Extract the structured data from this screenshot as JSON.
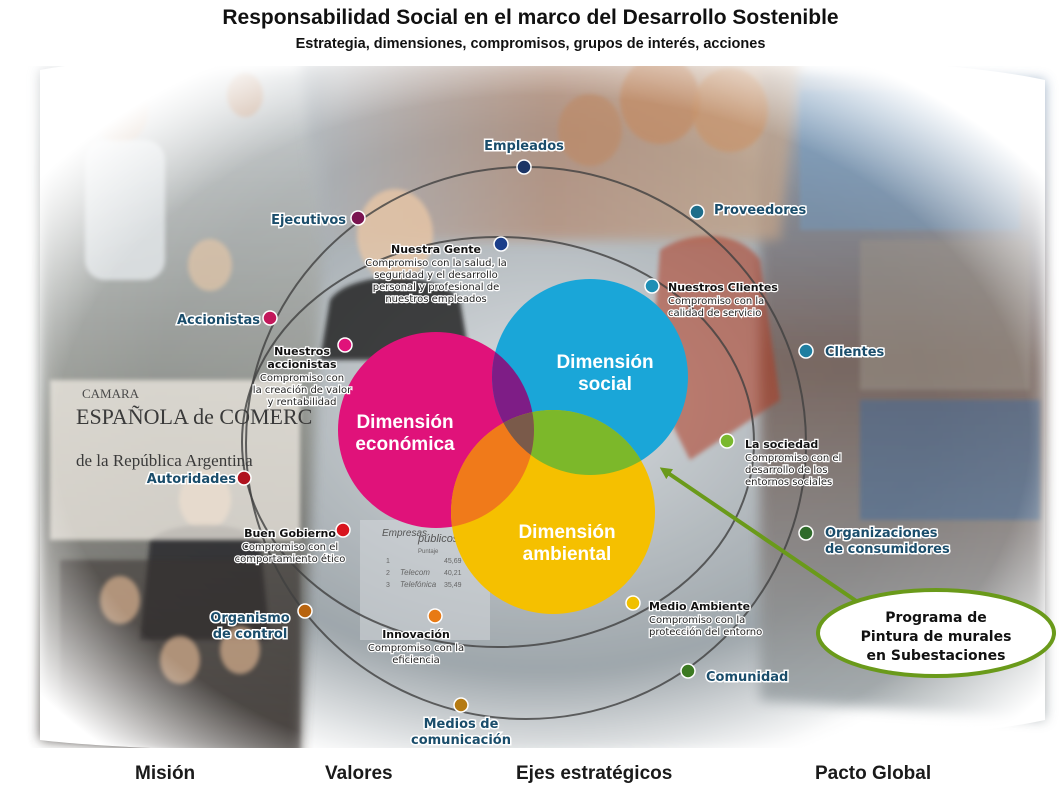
{
  "header": {
    "title": "Responsabilidad Social en el marco del Desarrollo Sostenible",
    "subtitle": "Estrategia, dimensiones, compromisos, grupos de interés, acciones"
  },
  "footer": [
    "Misión",
    "Valores",
    "Ejes estratégicos",
    "Pacto Global"
  ],
  "dimensions": {
    "social": [
      "Dimensión",
      "social"
    ],
    "economica": [
      "Dimensión",
      "económica"
    ],
    "ambiental": [
      "Dimensión",
      "ambiental"
    ]
  },
  "outer_groups": [
    {
      "key": "empleados",
      "lines": [
        "Empleados"
      ],
      "color": "#1b3566"
    },
    {
      "key": "proveedores",
      "lines": [
        "Proveedores"
      ],
      "color": "#1e6d8a"
    },
    {
      "key": "clientes",
      "lines": [
        "Clientes"
      ],
      "color": "#1e7ea0"
    },
    {
      "key": "consumidores",
      "lines": [
        "Organizaciones",
        "de consumidores"
      ],
      "color": "#2f6b2a"
    },
    {
      "key": "comunidad",
      "lines": [
        "Comunidad"
      ],
      "color": "#3c7a22"
    },
    {
      "key": "medios",
      "lines": [
        "Medios de",
        "comunicación"
      ],
      "color": "#b57a12"
    },
    {
      "key": "organismo",
      "lines": [
        "Organismo",
        "de control"
      ],
      "color": "#b8640f"
    },
    {
      "key": "autoridades",
      "lines": [
        "Autoridades"
      ],
      "color": "#b0121e"
    },
    {
      "key": "accionistas",
      "lines": [
        "Accionistas"
      ],
      "color": "#c2185b"
    },
    {
      "key": "ejecutivos",
      "lines": [
        "Ejecutivos"
      ],
      "color": "#7a1450"
    }
  ],
  "commitments": [
    {
      "key": "gente",
      "title": "Nuestra Gente",
      "lines": [
        "Compromiso con la salud, la",
        "seguridad y el desarrollo",
        "personal y profesional de",
        "nuestros empleados"
      ],
      "color": "#1b3e8a"
    },
    {
      "key": "clientes",
      "title": "Nuestros Clientes",
      "lines": [
        "Compromiso con la",
        "calidad de servicio"
      ],
      "color": "#1e8fb5"
    },
    {
      "key": "sociedad",
      "title": "La sociedad",
      "lines": [
        "Compromiso con el",
        "desarrollo de los",
        "entornos sociales"
      ],
      "color": "#7ab82e"
    },
    {
      "key": "ambiente",
      "title": "Medio Ambiente",
      "lines": [
        "Compromiso con la",
        "protección del entorno"
      ],
      "color": "#f0c000"
    },
    {
      "key": "innovacion",
      "title": "Innovación",
      "lines": [
        "Compromiso con la",
        "eficiencia"
      ],
      "color": "#e87a14"
    },
    {
      "key": "gobierno",
      "title": "Buen Gobierno",
      "lines": [
        "Compromiso con el",
        "comportamiento ético"
      ],
      "color": "#d8141e"
    },
    {
      "key": "accionistas",
      "title": "Nuestros accionistas",
      "title_lines": [
        "Nuestros",
        "accionistas"
      ],
      "lines": [
        "Compromiso con",
        "la creación de valor",
        "y rentabilidad"
      ],
      "color": "#e0127a"
    }
  ],
  "callout": {
    "lines": [
      "Programa de",
      "Pintura de murales",
      "en Subestaciones"
    ],
    "color": "#6a9a1a"
  },
  "background_text": {
    "camara": [
      "CAMARA",
      "ESPAÑOLA de COMERC",
      "de la República Argentina"
    ],
    "table": {
      "heading": [
        "Empresas",
        "públicos"
      ],
      "col": "Puntaje",
      "rows": [
        [
          "1",
          "",
          "45,69"
        ],
        [
          "2",
          "Telecom",
          "40,21"
        ],
        [
          "3",
          "Telefónica",
          "35,49"
        ]
      ]
    }
  },
  "colors": {
    "social": "#1aa6d8",
    "economica": "#e0127a",
    "ambiental": "#f5c000",
    "social_economica": "#7e1d86",
    "social_ambiental": "#7cb82a",
    "economica_ambiental": "#f07a1a",
    "center": "#7a5a4a"
  }
}
